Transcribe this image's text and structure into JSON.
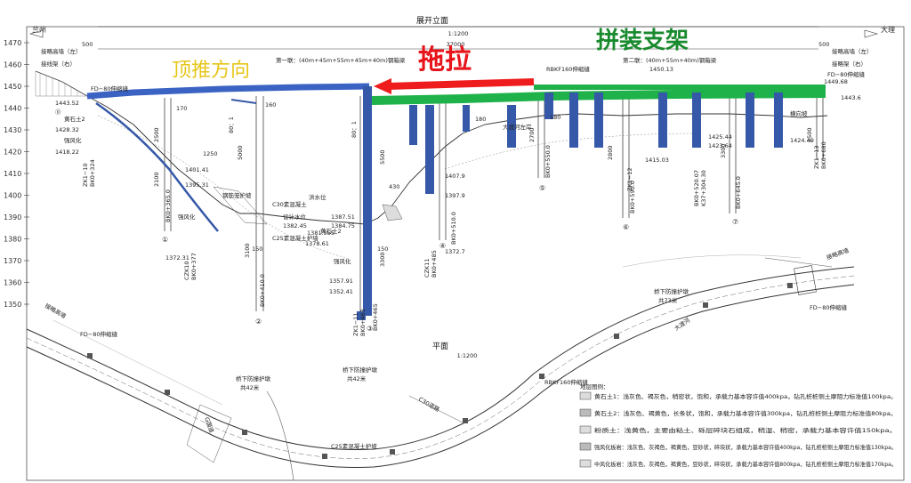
{
  "drawing": {
    "elevation_title": "展开立面",
    "elevation_scale": "1:1200",
    "plan_title": "平面",
    "plan_scale": "1:1200",
    "total_length": "37000",
    "left_end_label": "兰州",
    "right_end_label": "大理"
  },
  "overlays": {
    "push_direction": "顶推方向",
    "pull": "拖拉",
    "assembly_support": "拼装支架"
  },
  "elevation_axis": [
    "1470",
    "1460",
    "1450",
    "1440",
    "1430",
    "1420",
    "1410",
    "1400",
    "1390",
    "1380",
    "1370",
    "1360",
    "1350"
  ],
  "side_labels": {
    "left_top": "接略高墙（左）",
    "left_bottom": "接线架（右）",
    "right_top": "接略高墙（左）",
    "right_bottom": "接略架（右）"
  },
  "spans": {
    "first_link": "第一联：(40m+45m+55m+45m+40m)钢箱梁",
    "second_link": "第二联：(40m+55m+40m)钢箱梁",
    "left_dim": "500",
    "right_dim": "500"
  },
  "left_labels": {
    "bearing_left": "FD−80伸缩缝",
    "elev_1": "1443.52",
    "elev_2": "1428.32",
    "elev_3": "1418.22",
    "soil_1": "黄石土2",
    "soil_2": "强风化",
    "station_0": "⓪",
    "zk": "ZK1−10",
    "bk0": "BK0+324"
  },
  "pier_labels": {
    "p1": "①",
    "p2": "②",
    "p3": "③",
    "p4": "④",
    "p5": "⑤",
    "p6": "⑥",
    "p7": "⑦",
    "bk1": "BK0+365.0",
    "bk2": "BK0+410.0",
    "bk3": "BK0+465",
    "bk4": "BK0+510.0",
    "bk5": "BK0+550.0",
    "bk6": "BK0+590.0",
    "bk7": "BK0+645.0",
    "zk_p1": "CZK10",
    "zk_p1b": "BK0+377",
    "zk_p3": "ZK1−11",
    "zk_p3b": "BK0+463",
    "zk_p4": "CZK11",
    "zk_p4b": "BK0+485",
    "zk_p6": "BK0+520.07",
    "zk_p6b": "K37+304.30",
    "zk_p7": "ZK1−12",
    "zk_p8": "ZK1−13",
    "zk_p8b": "BK0+680"
  },
  "dims": {
    "d170": "170",
    "d160a": "160",
    "d2500": "2500",
    "d1250": "1250",
    "d2100": "2100",
    "d5000": "5000",
    "d80_1": "80：1",
    "d3100": "3100",
    "d150a": "150",
    "d5500": "5500",
    "d80_1b": "80：1",
    "d3300": "3300",
    "d150b": "150",
    "d430": "430",
    "d2700": "2700",
    "d180a": "180",
    "d180b": "180",
    "d2800": "2800",
    "d3300b": "3300",
    "d2500b": "2500"
  },
  "elev_labels": {
    "e1": "1401.41",
    "e2": "1395.31",
    "e3": "1382.45",
    "e4": "1381.555",
    "e5": "1378.61",
    "e6": "1387.51",
    "e7": "1384.75",
    "e8": "1407.9",
    "e9": "1397.9",
    "e10": "1372.7",
    "e11": "1372.31",
    "e12": "1357.91",
    "e13": "1352.41",
    "e14": "1415.03",
    "e15": "1425.44",
    "e16": "1423.64",
    "e17": "1424.49",
    "e18": "1449.68",
    "e19": "1450.13",
    "e20": "1443.6"
  },
  "notes": {
    "c30": "C30素混凝土",
    "c25": "C25素混凝土护墙",
    "design_level": "设计水位",
    "flood": "洪水位",
    "soil_a": "黄石土2",
    "soil_b": "强风化",
    "soil_c": "强风化",
    "soil_d": "大渡河左岸",
    "retaining": "钢筋笼护坡",
    "bearing_mid": "RBKF160伸缩缝",
    "bearing_right": "FD−80伸缩缝",
    "cross": "横向坡"
  },
  "plan_labels": {
    "fd_left": "FD−80伸缩缝",
    "fd_right": "FD−80伸缩缝",
    "rbkf": "RBKF160伸缩缝",
    "pile1": "桥下防撞护墩",
    "pile1_n": "共42米",
    "pile2": "桥下防撞护墩",
    "pile2_n": "共42米",
    "pile3": "桥下防撞护墩",
    "pile3_n": "共73米",
    "c25_plan": "C25素混凝土护坡",
    "river": "大渡河",
    "road_left": "G国道",
    "road_mid": "C30道路",
    "north": "接略高墙",
    "south": "接略高墙"
  },
  "legend": {
    "title": "地层图例：",
    "items": [
      "黄石土1：浅灰色、褐灰色，稍密状，饱和，承载力基本容许值400kpa，钻孔桩桩侧土摩阻力标准值100kpa。",
      "黄石土2：浅灰色、褐黄色，长条状，饱和，承载力基本容许值300kpa，钻孔桩桩侧土摩阻力标准值80kpa。",
      "粉质土：浅黄色，主要由粘土、砾层碎块石组成，稍湿、稍密，承载力基本容许值150kpa。",
      "强风化板岩：浅灰色、灰褐色，褐黄色，豆砂状，碎块状，承载力基本容许值400kpa，钻孔桩桩侧土摩阻力标准值130kpa。",
      "中风化板岩：浅灰色、灰褐色，褐黄色，豆砂状，碎块状，承载力基本容许值800kpa，钻孔桩桩侧土摩阻力标准值170kpa。"
    ]
  },
  "colors": {
    "push_beam": "#3b63c4",
    "pull_beam": "#1fb24a",
    "pier_fill": "#3559a8",
    "arrow": "#ee1c1c"
  }
}
